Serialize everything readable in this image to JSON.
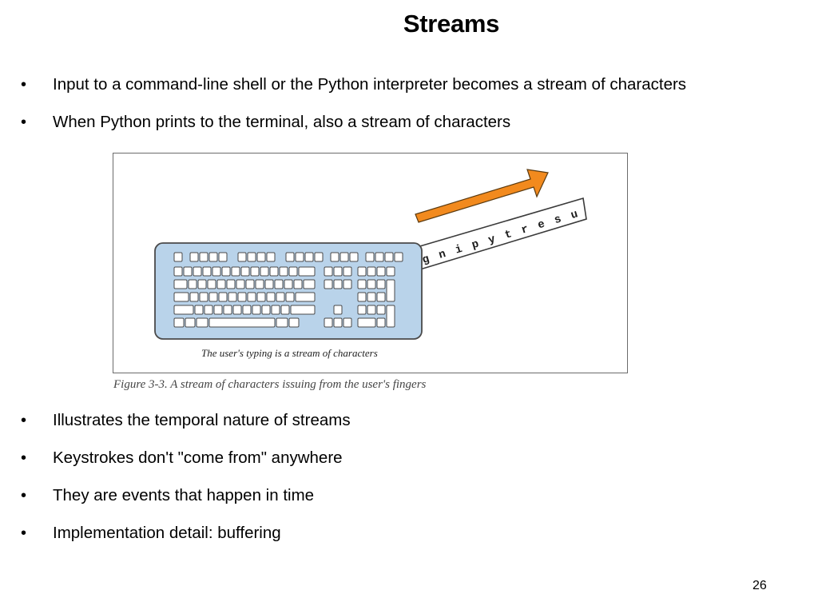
{
  "slide": {
    "title": "Streams",
    "bullets_top": [
      "Input to a command-line shell or the Python interpreter becomes a stream of characters",
      "When Python prints to the terminal, also a stream of characters"
    ],
    "bullets_bottom": [
      "Illustrates the temporal nature of streams",
      "Keystrokes don't  \"come from\" anywhere",
      "They are events that happen in time",
      "Implementation detail: buffering"
    ],
    "bullet_symbol": "•",
    "page_number": "26"
  },
  "figure": {
    "inner_label": "The user's typing is a stream of characters",
    "stream_letters": [
      "g",
      "n",
      "i",
      "p",
      "y",
      "t",
      "r",
      "e",
      "s",
      "u"
    ],
    "caption": "Figure 3-3. A stream of characters issuing from the user's fingers",
    "colors": {
      "keyboard_body": "#b9d3ea",
      "keyboard_border": "#4a4a4a",
      "arrow": "#f28a1e"
    }
  }
}
